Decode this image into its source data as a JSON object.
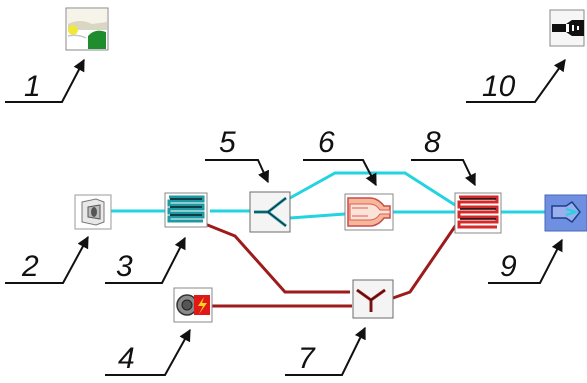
{
  "labels": {
    "l1": "1",
    "l2": "2",
    "l3": "3",
    "l4": "4",
    "l5": "5",
    "l6": "6",
    "l7": "7",
    "l8": "8",
    "l9": "9",
    "l10": "10"
  },
  "colors": {
    "cold_flow": "#22d3e0",
    "hot_flow": "#9e1b1b",
    "heat_exchanger_cold": "#1f9aa3",
    "heat_exchanger_hot": "#d42a2a",
    "outlet_fill": "#6f8fe0"
  },
  "icons": {
    "c1": "landscape-icon",
    "c2": "inlet-icon",
    "c3": "heat-exchanger-icon",
    "c4": "heater-icon",
    "c5": "splitter-icon",
    "c6": "nozzle-icon",
    "c7": "mixer-icon",
    "c8": "heat-exchanger-hot-icon",
    "c9": "outlet-icon",
    "c10": "exhaust-icon"
  }
}
